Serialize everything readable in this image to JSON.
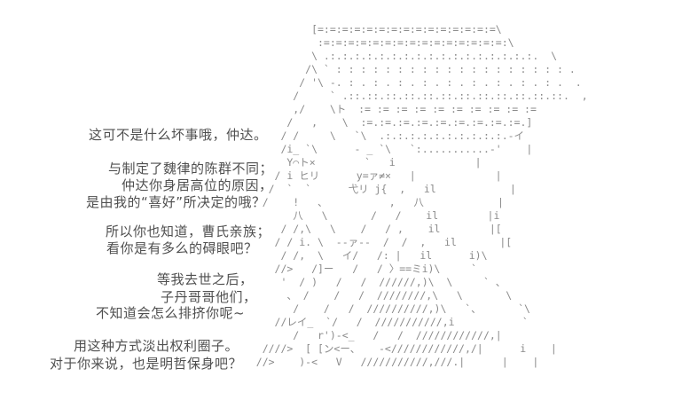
{
  "scene": {
    "background_color": "#ffffff",
    "dialogue_color": "#4f4f4f",
    "art_color": "#8b8b8b"
  },
  "dialogue": {
    "lines": [
      "这可不是什么坏事哦，仲达。",
      "与制定了魏律的陈群不同；",
      "仲达你身居高位的原因，",
      "是由我的“喜好”所决定的哦？",
      "所以你也知道，曹氏亲族；",
      "看你是有多么的碍眼吧？",
      "等我去世之后，",
      "子丹哥哥他们，",
      "不知道会怎么排挤你呢~",
      "用这种方式淡出权利圈子。",
      "对于你来说，也是明哲保身吧？"
    ]
  },
  "ascii_art": {
    "description": "character-with-woven-hat-ascii-art",
    "lines": [
      "            [=:=:=:=:=:=:=:=:=:=:=:=:=:=:=\\",
      "             :=:=:=:=:=:=:=:=:=:=:=:=:=:=:=:\\",
      "            \\ .:.:.:.:.:.:.:.:.:.:.:.:.:.:.:.:.:.  \\",
      "           /\\ ` : : : : : : : : : : : : : : : : : : : .",
      "          / '\\ -. : . : . : . : . : . : . : . : . : .  .",
      "         /     ` .::.::.::.::.::.::.::.::.::.::.::.::.  ,",
      "         ,/    \\ト  := := := := := := := := := :=",
      "        /   ,    \\  :=.:=.:=.:=.:=.:=.:=.:=.:=.]",
      "       / /     \\   `\\  .:.:.:.:.:.:.:.:.:.:.-イ",
      "       /i_ `\\      - _ `\\   `:...........-'    |",
      "        Y⌒ト×        `   i             |",
      "      / i ヒリ      y=ァ≠×   |             |",
      "     /  `  `      弋リ j{  ,   il            |",
      "    /    !   、          ,   八            |",
      "         八   \\       /   /    il        |i",
      "       / /,\\   \\    /   / ,    il        |[",
      "      / / i. \\  --ァ--  /  /  ,   il       |[",
      "       / /,  \\   イ/   /: |   il      i)\\",
      "      //>   /]ー   /   / 〉==ミi)\\     `",
      "       '  / )   /   /  //////,)\\  \\     ` 、",
      "        、 /    /   /  ////////,\\   \\       \\",
      "         /    /   /  //////////,)\\   `、      `\\",
      "      //レイ_  `/   /  ///////////,i           `",
      "         /   r')-<_   /   /  ////////////,|",
      "    ////>  [ [ン<ー、   -<////////////,/|      i    |",
      "   //>    )-<   V   ///////////,///.|      |    |"
    ]
  }
}
